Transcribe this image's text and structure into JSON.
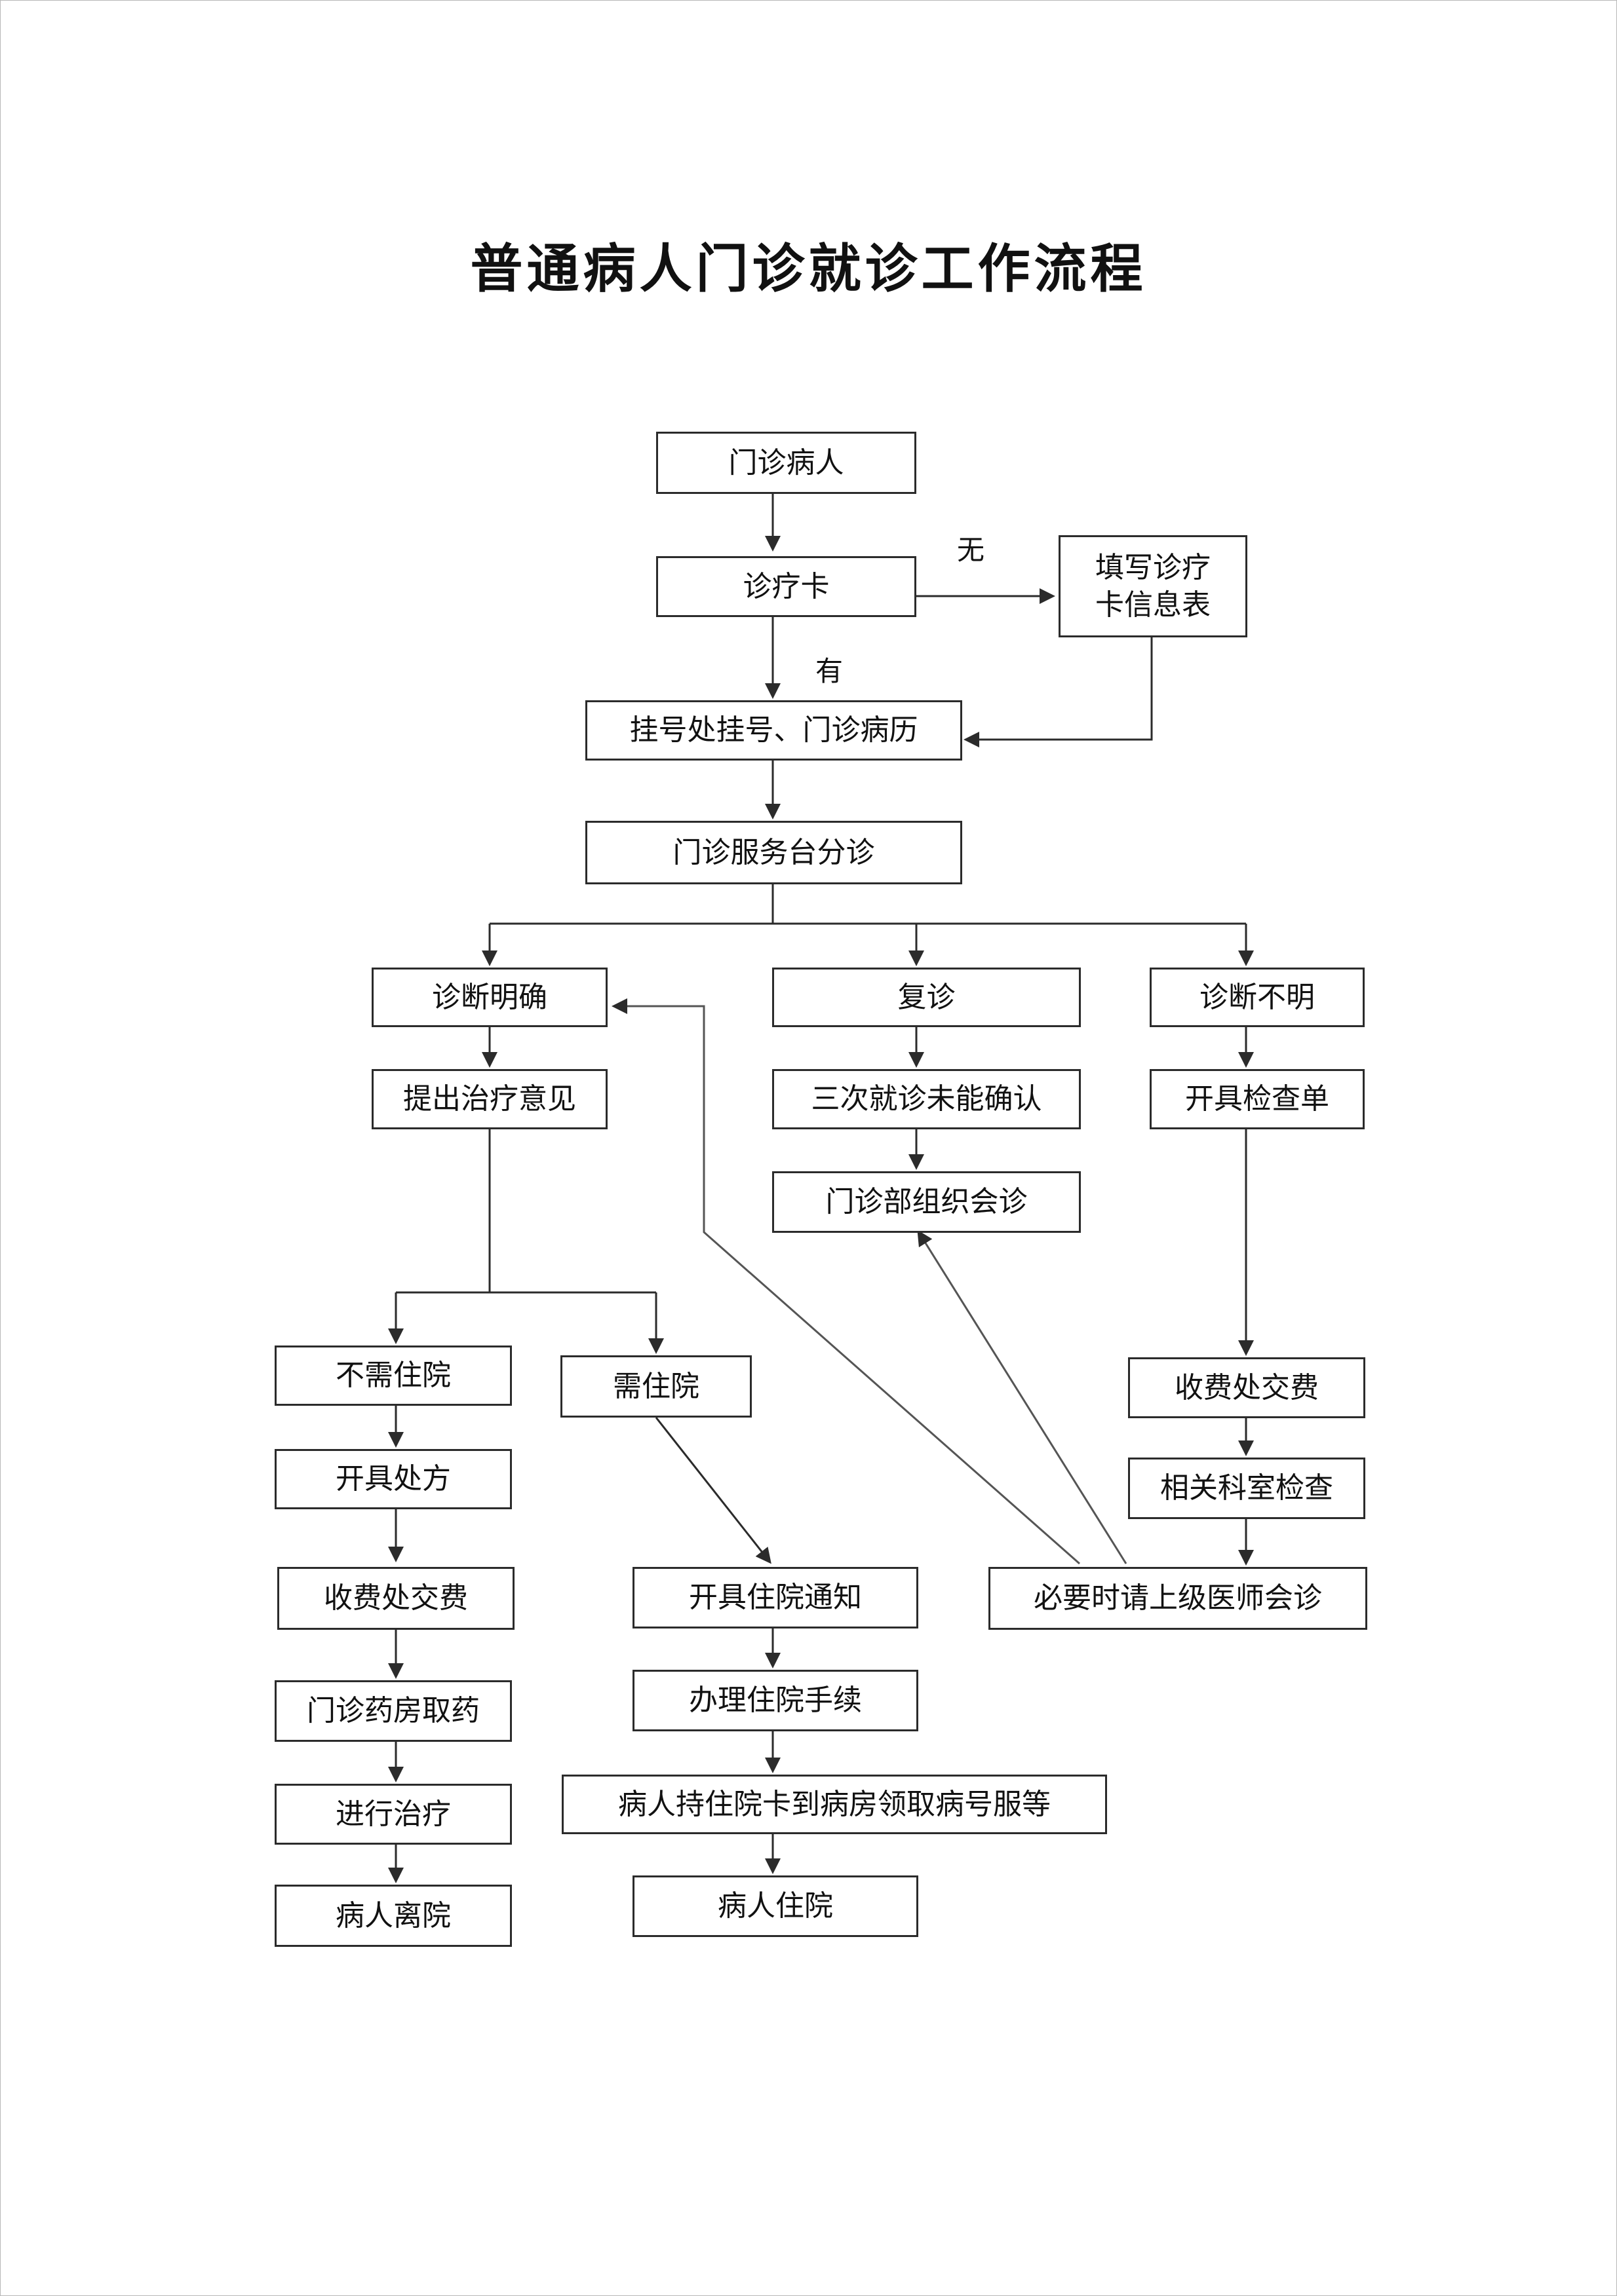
{
  "title": "普通病人门诊就诊工作流程",
  "edge_labels": {
    "no_card": "无",
    "has_card": "有"
  },
  "nodes": {
    "outpatient": "门诊病人",
    "card": "诊疗卡",
    "fill_form_line1": "填写诊疗",
    "fill_form_line2": "卡信息表",
    "registration": "挂号处挂号、门诊病历",
    "service_desk": "门诊服务台分诊",
    "diagnosis_clear": "诊断明确",
    "revisit": "复诊",
    "diagnosis_unclear": "诊断不明",
    "treatment_opinion": "提出治疗意见",
    "three_visits": "三次就诊未能确认",
    "consultation": "门诊部组织会诊",
    "exam_order": "开具检查单",
    "no_hospitalization": "不需住院",
    "need_hospitalization": "需住院",
    "exam_payment": "收费处交费",
    "prescription": "开具处方",
    "related_dept_exam": "相关科室检查",
    "rx_payment": "收费处交费",
    "admission_notice": "开具住院通知",
    "senior_consult": "必要时请上级医师会诊",
    "pharmacy": "门诊药房取药",
    "admission_procedure": "办理住院手续",
    "treatment": "进行治疗",
    "ward_uniform": "病人持住院卡到病房领取病号服等",
    "discharge": "病人离院",
    "admitted": "病人住院"
  }
}
